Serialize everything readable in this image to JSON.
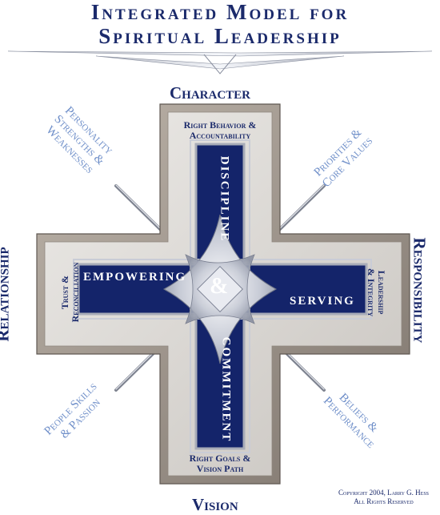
{
  "title": {
    "line1": "Integrated Model for",
    "line2": "Spiritual Leadership"
  },
  "headings": {
    "top": "Character",
    "right": "Responsibility",
    "bottom": "Vision",
    "left": "Relationship"
  },
  "diagonals": {
    "top_left": "Personality\nStrengths &\nWeaknesses",
    "top_right": "Priorities &\nCore Values",
    "bottom_left": "People Skills\n& Passion",
    "bottom_right": "Beliefs &\nPerformance"
  },
  "arm_labels": {
    "top": "Right Behavior &\nAccountability",
    "right": "Leadership\n& Integrity",
    "bottom": "Right Goals &\nVision Path",
    "left": "Trust &\nReconciliation"
  },
  "bands": {
    "top": "DISCIPLINE",
    "bottom": "COMMITMENT",
    "left": "EMPOWERING",
    "right": "SERVING"
  },
  "center": "&",
  "copyright": "Copyright 2004, Larry G. Hess\nAll Rights Reserved",
  "colors": {
    "navy": "#1b2a6b",
    "band": "#14246a",
    "diagonal_text": "#6f8fc9",
    "panel": "#d9d6d2",
    "frame": "#9b928a"
  }
}
